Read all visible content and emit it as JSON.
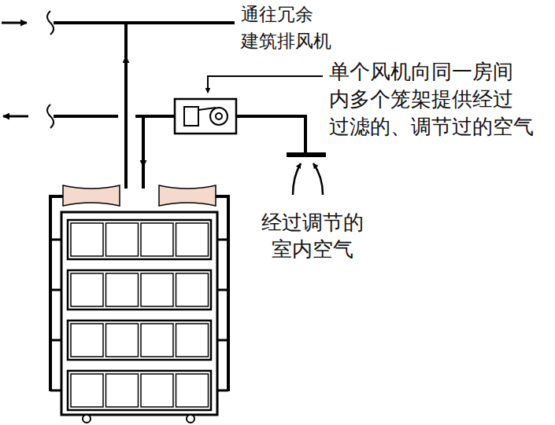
{
  "diagram": {
    "labels": [
      "通往冗余 建筑排风机",
      "单个风机向同一房间 内多个笼架提供经过 过滤的、调节过的空气",
      "经过调节的 室内空气"
    ]
  }
}
